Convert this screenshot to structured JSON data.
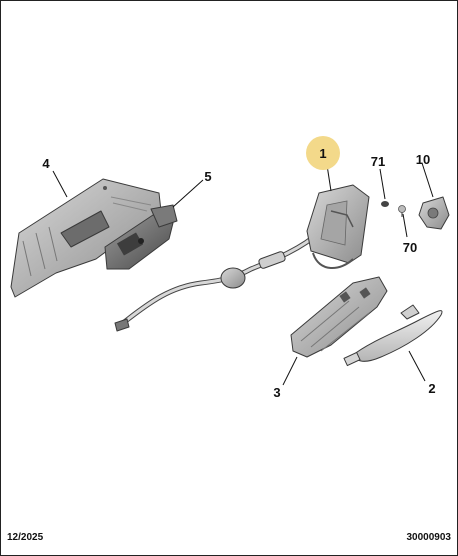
{
  "callouts": {
    "c1": "1",
    "c2": "2",
    "c3": "3",
    "c4": "4",
    "c5": "5",
    "c10": "10",
    "c70": "70",
    "c71": "71"
  },
  "highlight_color": "#f3d98a",
  "footer": {
    "date": "12/2025",
    "reference": "30000903"
  }
}
